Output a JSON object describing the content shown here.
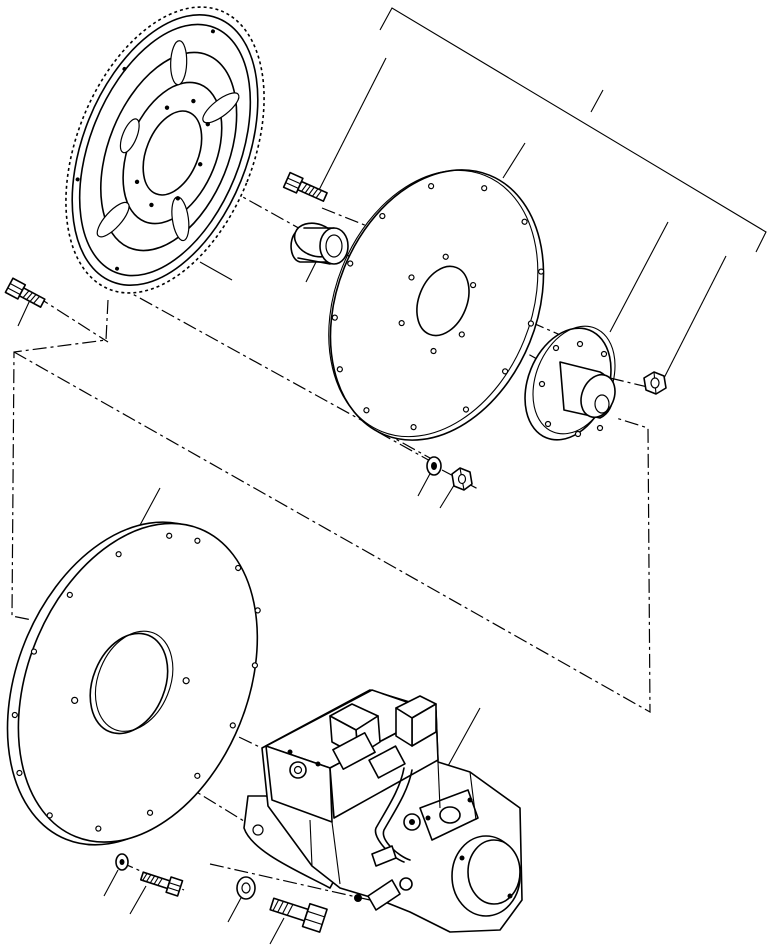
{
  "figure": {
    "kind": "exploded-parts-diagram",
    "labels_printed": false
  },
  "parts": [
    {
      "id": "flywheel",
      "icon": "flywheel-ring-gear"
    },
    {
      "id": "pilot-bearing",
      "icon": "bearing"
    },
    {
      "id": "flywheel-bolt",
      "icon": "bolt"
    },
    {
      "id": "coupling-plate",
      "icon": "flex-plate"
    },
    {
      "id": "coupling-hub",
      "icon": "hub"
    },
    {
      "id": "hub-nut",
      "icon": "nut"
    },
    {
      "id": "plate-washer",
      "icon": "washer"
    },
    {
      "id": "plate-nut",
      "icon": "nut"
    },
    {
      "id": "housing-bolt",
      "icon": "bolt"
    },
    {
      "id": "adapter-housing",
      "icon": "housing-plate"
    },
    {
      "id": "hydraulic-pump",
      "icon": "pump"
    },
    {
      "id": "pump-washer-small",
      "icon": "washer"
    },
    {
      "id": "pump-bolt-small",
      "icon": "bolt"
    },
    {
      "id": "pump-washer-large",
      "icon": "washer"
    },
    {
      "id": "pump-bolt-large",
      "icon": "bolt"
    }
  ],
  "colors": {
    "ink": "#000000",
    "paper": "#ffffff"
  }
}
